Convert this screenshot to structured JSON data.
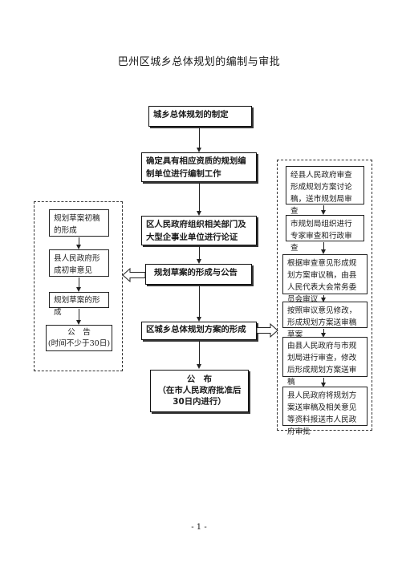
{
  "title": "巴州区城乡总体规划的编制与审批",
  "main_flow": [
    "城乡总体规划的制定",
    "确定具有相应资质的规划编制单位进行编制工作",
    "区人民政府组织相关部门及大型企事业单位进行论证",
    "规划草案的形成与公告",
    "区城乡总体规划方案的形成",
    "公　布",
    "（在市人民政府批准后",
    "30日内进行）"
  ],
  "left_flow": [
    "规划草案初稿的形成",
    "县人民政府形成初审意见",
    "规划草案的形成",
    "公　告",
    "(时间不少于30日)"
  ],
  "right_flow": [
    "经县人民政府审查形成规划方案讨论稿，送市规划局审查",
    "市规划局组织进行专家审查和行政审查",
    "根据审查意见形成规划方案审议稿，由县人民代表大会常务委员会审议",
    "按照审议意见修改，形成规划方案送审稿草案",
    "由县人民政府与市规划局进行审查，修改后形成规划方案送审稿",
    "县人民政府将规划方案送审稿及相关意见等资料报送市人民政府审批"
  ],
  "footer": "- 1 -"
}
